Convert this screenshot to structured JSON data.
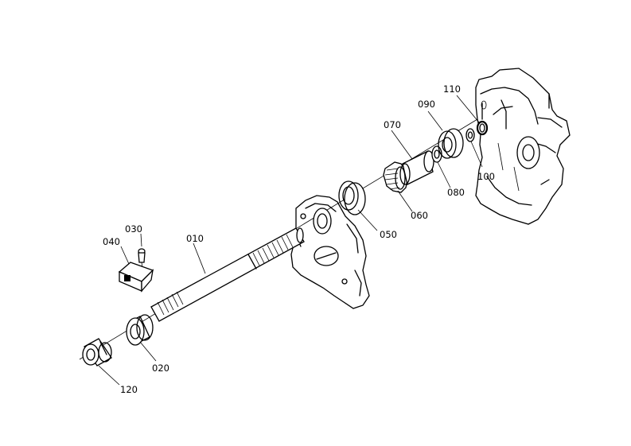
{
  "labels": {
    "p010": "010",
    "p020": "020",
    "p030": "030",
    "p040": "040",
    "p050": "050",
    "p060": "060",
    "p070": "070",
    "p080": "080",
    "p090": "090",
    "p100": "100",
    "p110": "110",
    "p120": "120"
  }
}
